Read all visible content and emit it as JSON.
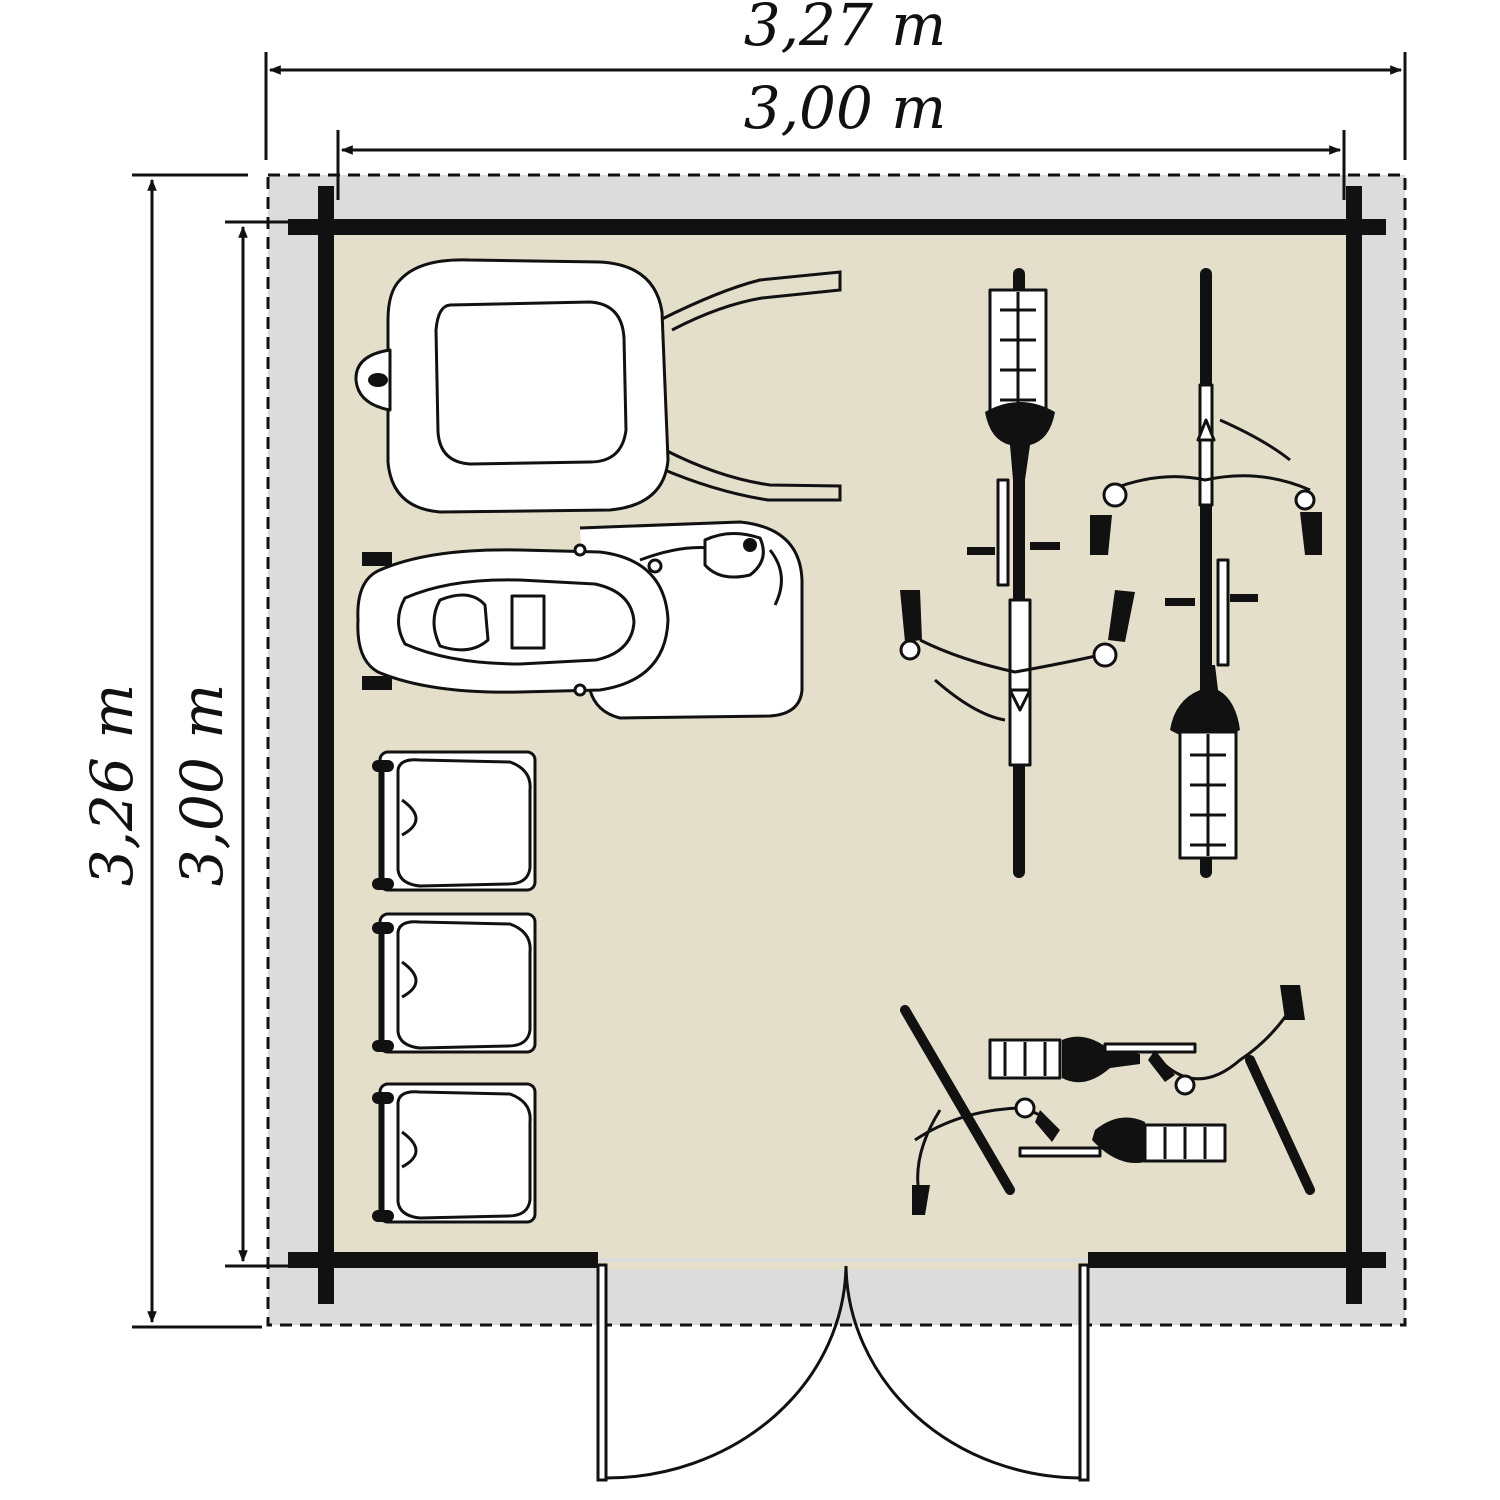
{
  "dimensions": {
    "outer_width": "3,27 m",
    "inner_width": "3,00 m",
    "outer_depth": "3,26 m",
    "inner_depth": "3,00 m"
  },
  "colors": {
    "floor": "#e3dfcb",
    "outer_band": "#dcdcdc",
    "wall": "#111111",
    "line": "#111111",
    "furniture_fill": "#ffffff"
  },
  "objects": [
    {
      "name": "wheelbarrow",
      "icon": "wheelbarrow-icon"
    },
    {
      "name": "lawn-mower",
      "icon": "lawn-mower-icon"
    },
    {
      "name": "garden-chairs",
      "icon": "chair-icon",
      "count": 3
    },
    {
      "name": "bicycles-upright",
      "icon": "bicycle-icon",
      "count": 2
    },
    {
      "name": "bicycles-lying",
      "icon": "bicycle-icon",
      "count": 2
    },
    {
      "name": "double-door",
      "icon": "door-swing-icon"
    }
  ]
}
